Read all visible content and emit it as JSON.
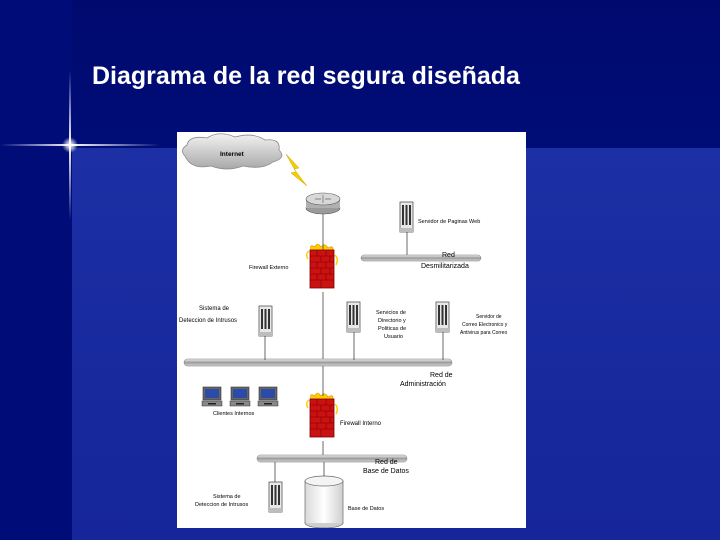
{
  "slide": {
    "title": "Diagrama de la red segura diseñada"
  },
  "diagram": {
    "internet": "Internet",
    "web_server": "Servidor de Paginas Web",
    "dmz_line1": "Red",
    "dmz_line2": "Desmilitarizada",
    "external_firewall": "Firewall Externo",
    "ids1_line1": "Sistema de",
    "ids1_line2": "Deteccion de Intrusos",
    "directory_line1": "Servicios de",
    "directory_line2": "Directorio y",
    "directory_line3": "Politicas de",
    "directory_line4": "Usuario",
    "mail_line1": "Servidor de",
    "mail_line2": "Correo Electronico y",
    "mail_line3": "Antivirus para Correo",
    "admin_line1": "Red de",
    "admin_line2": "Administración",
    "clients": "Clientes Internos",
    "internal_firewall": "Firewall Interno",
    "db_net_line1": "Red de",
    "db_net_line2": "Base de Datos",
    "ids2_line1": "Sistema de",
    "ids2_line2": "Deteccion de Intrusos",
    "database": "Base de Datos"
  },
  "colors": {
    "background": "#1a2a99",
    "title": "#ffffff",
    "firewall_red": "#cc1111",
    "firewall_flame": "#ffcc00",
    "lightning": "#f2d000",
    "monitor_screen": "#2c4aa8"
  },
  "icons": [
    "cloud-icon",
    "lightning-icon",
    "router-icon",
    "server-icon",
    "firewall-icon",
    "workstation-icon",
    "database-icon",
    "network-bus-icon"
  ]
}
